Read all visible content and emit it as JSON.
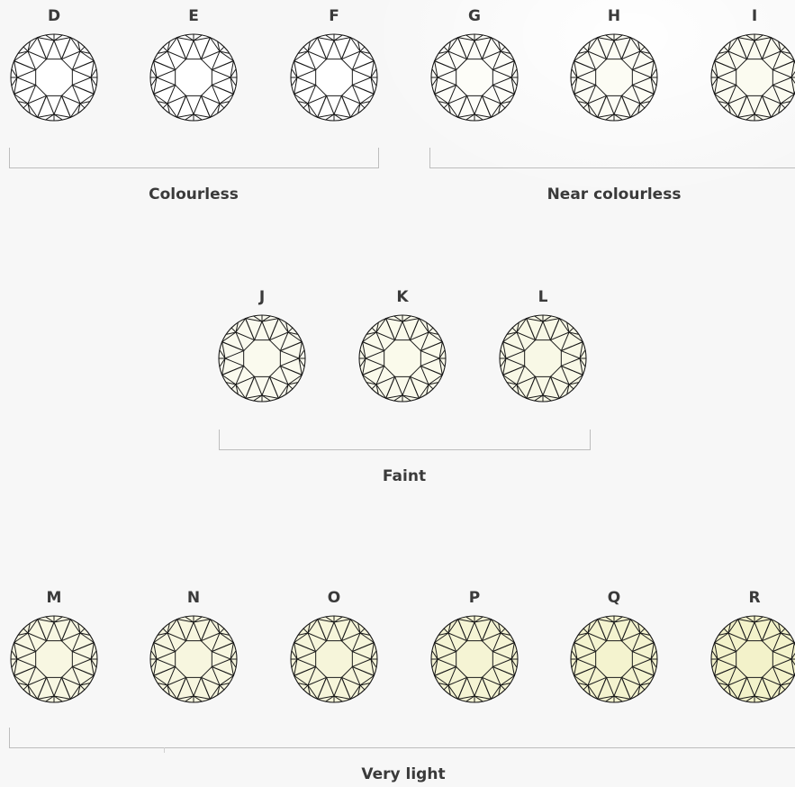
{
  "colors": {
    "label_text": "#3a3a3a",
    "bracket_line": "#bdbdbd",
    "facet_stroke": "#1a1a1a",
    "diamond_tints": {
      "D": "#ffffff",
      "E": "#ffffff",
      "F": "#ffffff",
      "G": "#fdfdf8",
      "H": "#fcfcf4",
      "I": "#fbfbf0",
      "J": "#fafaee",
      "K": "#fafaeb",
      "L": "#f8f8e6",
      "M": "#f8f7e2",
      "N": "#f7f6df",
      "O": "#f6f5da",
      "P": "#f5f4d4",
      "Q": "#f4f3cf",
      "R": "#f3f2ca"
    }
  },
  "grades": [
    {
      "letter": "D",
      "icon": "round-brilliant-diamond-icon"
    },
    {
      "letter": "E",
      "icon": "round-brilliant-diamond-icon"
    },
    {
      "letter": "F",
      "icon": "round-brilliant-diamond-icon"
    },
    {
      "letter": "G",
      "icon": "round-brilliant-diamond-icon"
    },
    {
      "letter": "H",
      "icon": "round-brilliant-diamond-icon"
    },
    {
      "letter": "I",
      "icon": "round-brilliant-diamond-icon"
    },
    {
      "letter": "J",
      "icon": "round-brilliant-diamond-icon"
    },
    {
      "letter": "K",
      "icon": "round-brilliant-diamond-icon"
    },
    {
      "letter": "L",
      "icon": "round-brilliant-diamond-icon"
    },
    {
      "letter": "M",
      "icon": "round-brilliant-diamond-icon"
    },
    {
      "letter": "N",
      "icon": "round-brilliant-diamond-icon"
    },
    {
      "letter": "O",
      "icon": "round-brilliant-diamond-icon"
    },
    {
      "letter": "P",
      "icon": "round-brilliant-diamond-icon"
    },
    {
      "letter": "Q",
      "icon": "round-brilliant-diamond-icon"
    },
    {
      "letter": "R",
      "icon": "round-brilliant-diamond-icon"
    }
  ],
  "groups": [
    {
      "label": "Colourless",
      "grades": [
        "D",
        "E",
        "F"
      ]
    },
    {
      "label": "Near colourless",
      "grades": [
        "G",
        "H",
        "I"
      ]
    },
    {
      "label": "Faint",
      "grades": [
        "J",
        "K",
        "L"
      ]
    },
    {
      "label": "Very light",
      "grades": [
        "M",
        "N",
        "O",
        "P",
        "Q",
        "R"
      ]
    }
  ]
}
